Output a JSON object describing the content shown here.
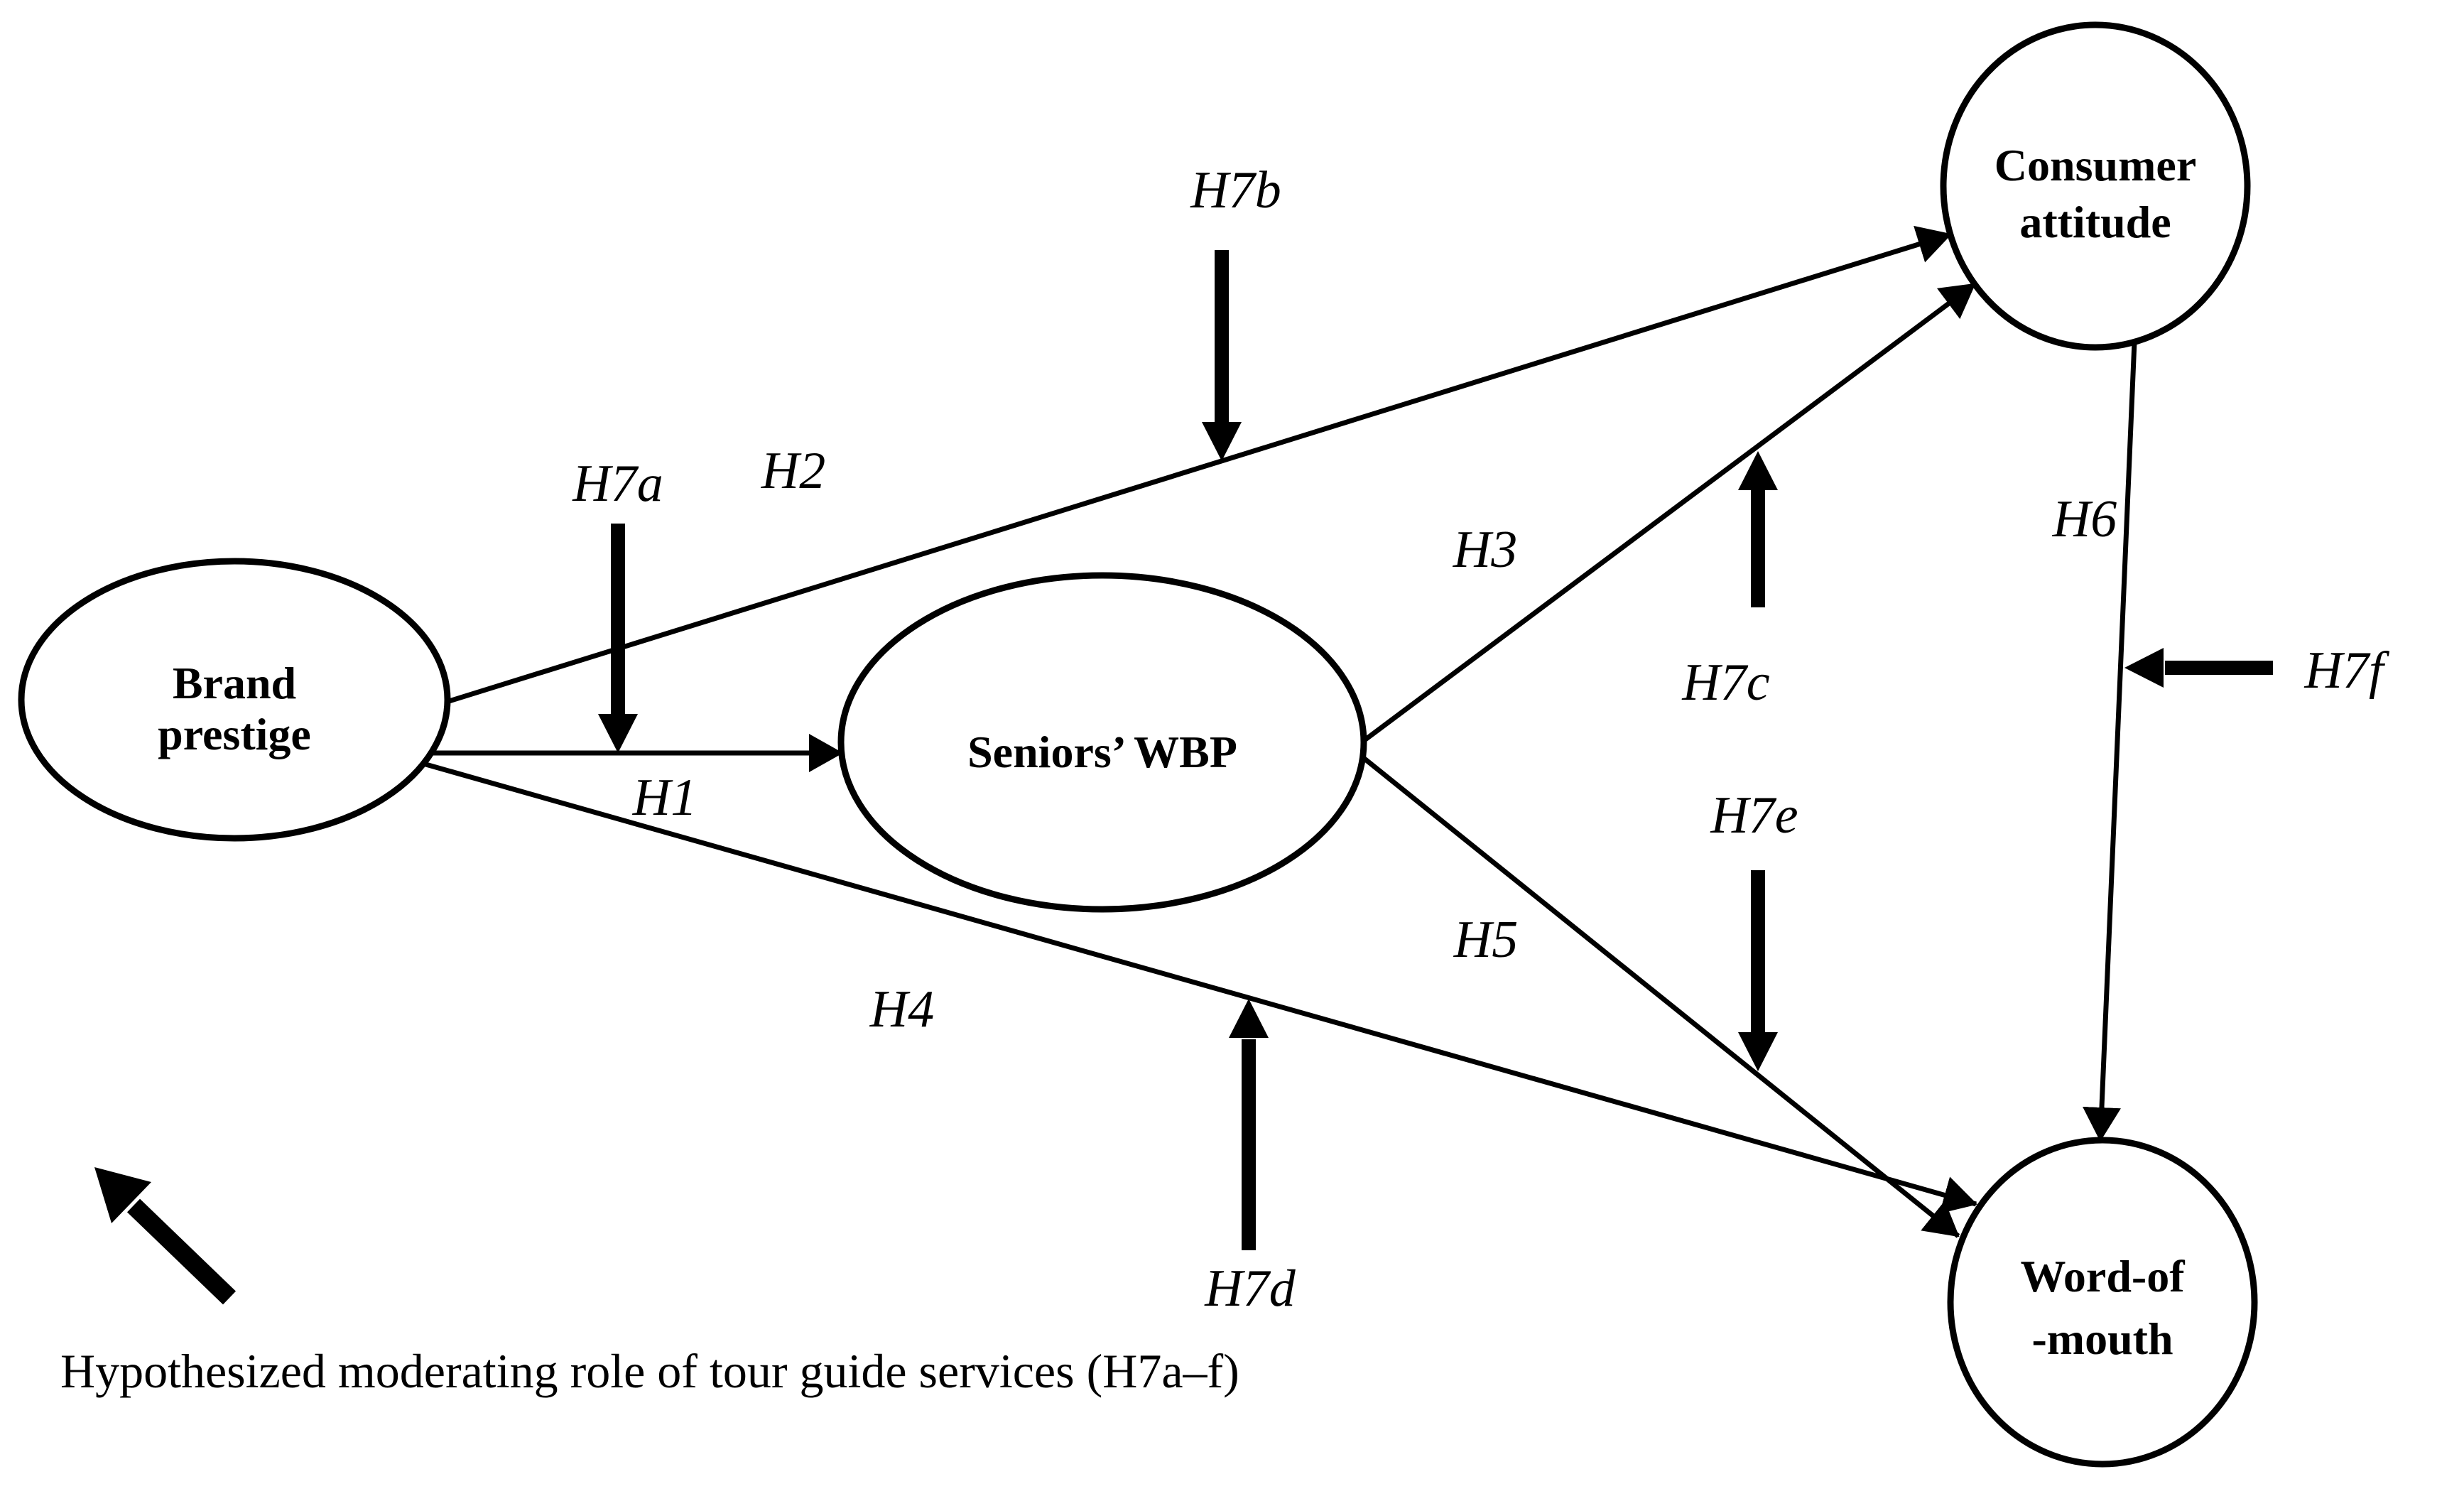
{
  "figure": {
    "type": "hypothesis-path-model-diagram",
    "background_color": "#ffffff",
    "ink_color": "#000000"
  },
  "nodes": {
    "brand_prestige": {
      "line1": "Brand",
      "line2": "prestige"
    },
    "seniors_wbp": {
      "label": "Seniors’ WBP"
    },
    "consumer_attitude": {
      "line1": "Consumer",
      "line2": "attitude"
    },
    "word_of_mouth": {
      "line1": "Word-of",
      "line2": "-mouth"
    }
  },
  "paths": {
    "h1": {
      "label": "H1",
      "from": "Brand prestige",
      "to": "Seniors’ WBP"
    },
    "h2": {
      "label": "H2",
      "from": "Brand prestige",
      "to": "Consumer attitude"
    },
    "h3": {
      "label": "H3",
      "from": "Seniors’ WBP",
      "to": "Consumer attitude"
    },
    "h4": {
      "label": "H4",
      "from": "Brand prestige",
      "to": "Word-of-mouth"
    },
    "h5": {
      "label": "H5",
      "from": "Seniors’ WBP",
      "to": "Word-of-mouth"
    },
    "h6": {
      "label": "H6",
      "from": "Consumer attitude",
      "to": "Word-of-mouth"
    }
  },
  "moderators": {
    "h7a": {
      "label": "H7a",
      "moderates": "H1"
    },
    "h7b": {
      "label": "H7b",
      "moderates": "H2"
    },
    "h7c": {
      "label": "H7c",
      "moderates": "H3"
    },
    "h7d": {
      "label": "H7d",
      "moderates": "H4"
    },
    "h7e": {
      "label": "H7e",
      "moderates": "H5"
    },
    "h7f": {
      "label": "H7f",
      "moderates": "H6"
    }
  },
  "legend": {
    "text": "Hypothesized moderating role of tour guide services (H7a–f)"
  }
}
